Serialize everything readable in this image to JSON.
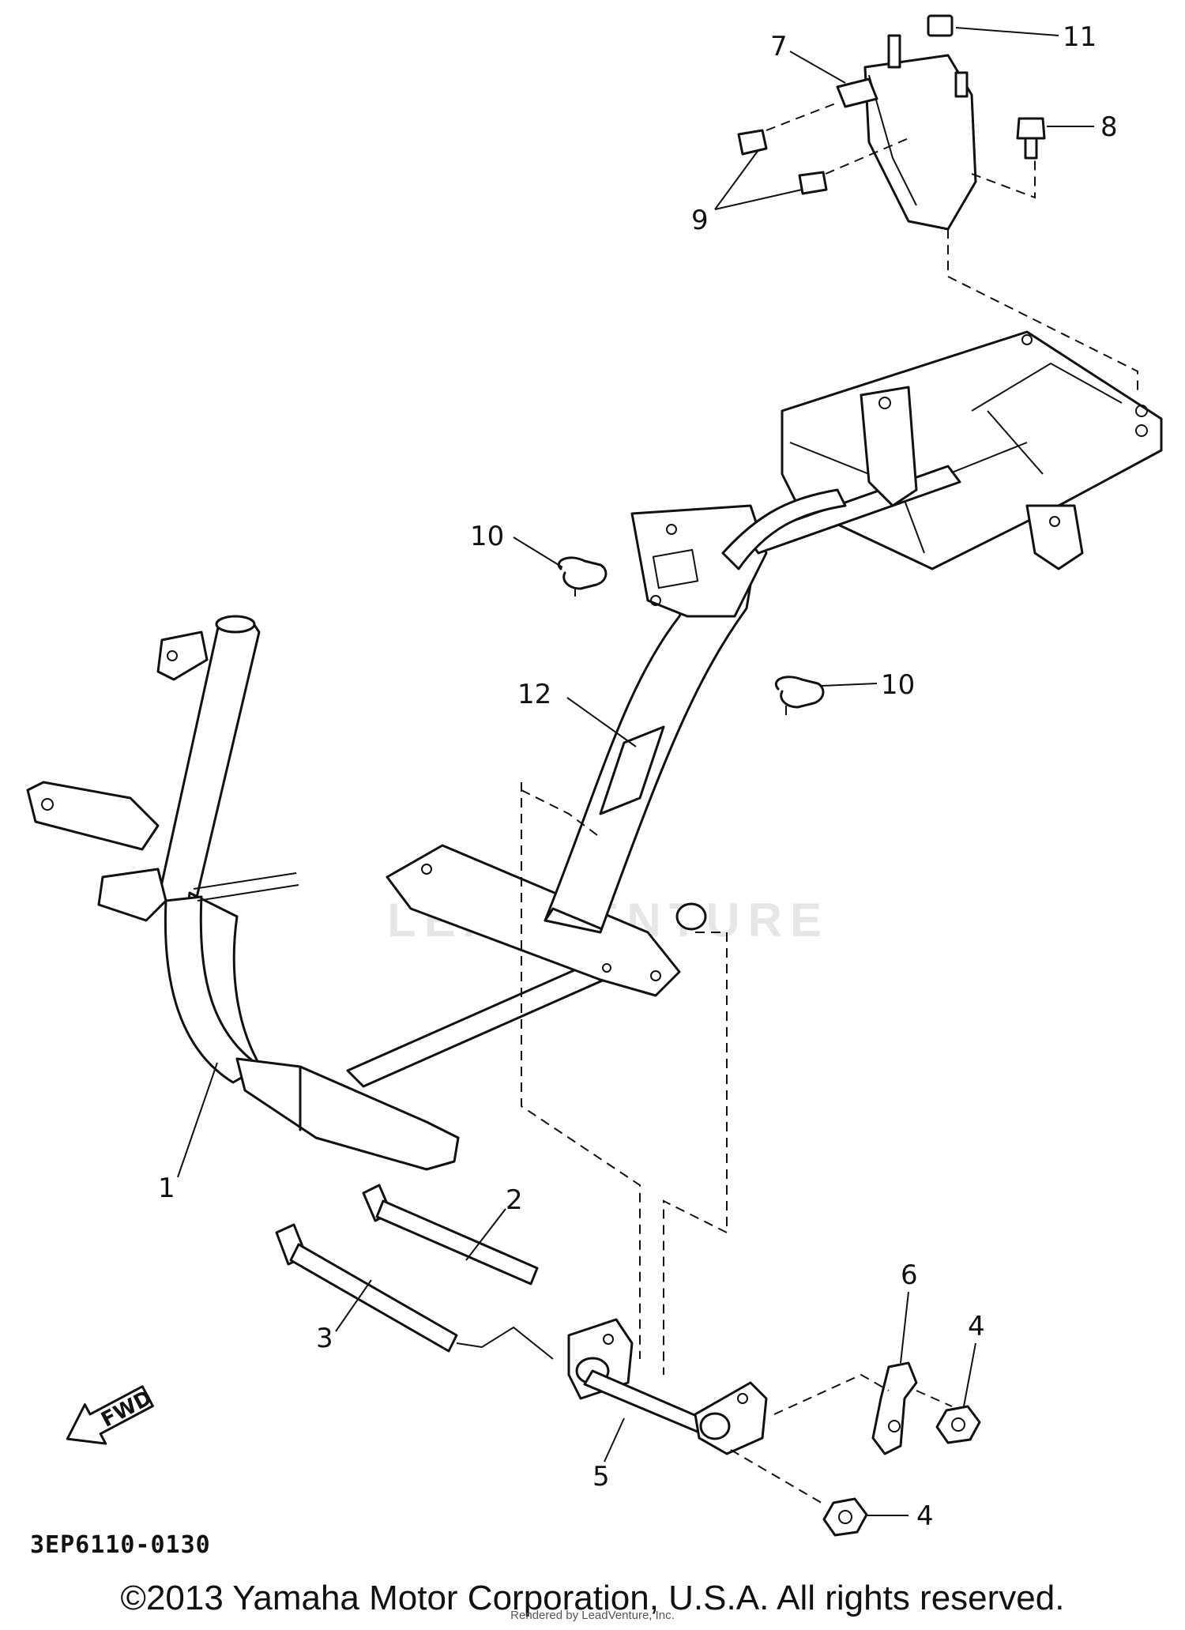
{
  "diagram": {
    "callouts": [
      {
        "id": "c1",
        "label": "1"
      },
      {
        "id": "c2",
        "label": "2"
      },
      {
        "id": "c3",
        "label": "3"
      },
      {
        "id": "c4a",
        "label": "4"
      },
      {
        "id": "c4b",
        "label": "4"
      },
      {
        "id": "c5",
        "label": "5"
      },
      {
        "id": "c6",
        "label": "6"
      },
      {
        "id": "c7",
        "label": "7"
      },
      {
        "id": "c8",
        "label": "8"
      },
      {
        "id": "c9",
        "label": "9"
      },
      {
        "id": "c10a",
        "label": "10"
      },
      {
        "id": "c10b",
        "label": "10"
      },
      {
        "id": "c11",
        "label": "11"
      },
      {
        "id": "c12",
        "label": "12"
      }
    ],
    "fwd_label": "FWD",
    "watermark": "LEADVENTURE",
    "diagram_code": "3EP6110-0130",
    "copyright": "©2013 Yamaha Motor Corporation, U.S.A. All rights reserved.",
    "rendered_by": "Rendered by LeadVenture, Inc."
  }
}
